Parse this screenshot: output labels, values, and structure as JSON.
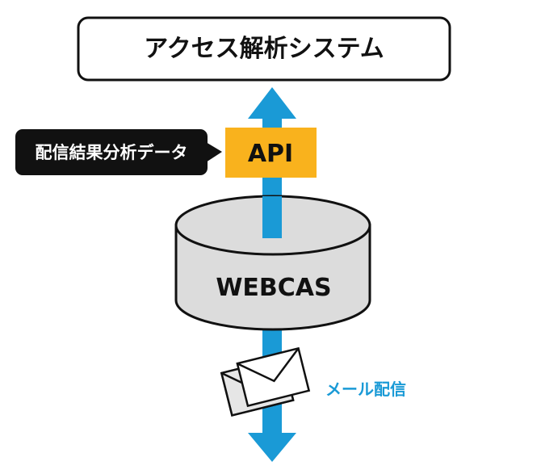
{
  "top_box": {
    "label": "アクセス解析システム"
  },
  "callout": {
    "label": "配信結果分析データ"
  },
  "api_box": {
    "label": "API"
  },
  "database": {
    "label": "WEBCAS"
  },
  "mail": {
    "label": "メール配信"
  },
  "colors": {
    "arrow": "#1a9ad6",
    "api_fill": "#f9b21d",
    "callout_fill": "#111111",
    "database_fill": "#dcdcdc",
    "outline": "#111111",
    "mail_text": "#1a9ad6"
  },
  "icons": {
    "envelope": "envelope-icon"
  }
}
